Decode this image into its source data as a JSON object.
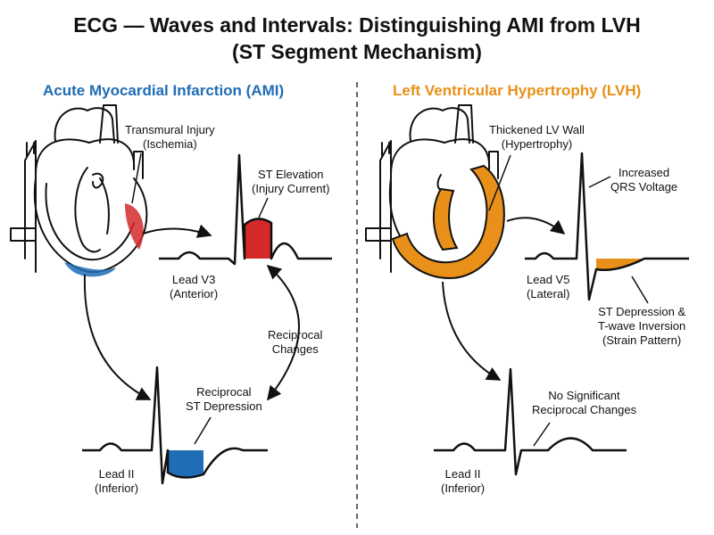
{
  "title": {
    "line1": "ECG — Waves and Intervals: Distinguishing AMI from LVH",
    "line2": "(ST Segment Mechanism)"
  },
  "colors": {
    "ami": "#1f6db5",
    "lvh": "#e8901a",
    "injury_red": "#d42a2a",
    "depression_blue": "#1f6db5",
    "ink": "#111111"
  },
  "ami": {
    "heading": "Acute Myocardial Infarction (AMI)",
    "injury_label": [
      "Transmural Injury",
      "(Ischemia)"
    ],
    "st_elevation_label": [
      "ST Elevation",
      "(Injury Current)"
    ],
    "lead_v3_label": [
      "Lead V3",
      "(Anterior)"
    ],
    "reciprocal_changes_label": [
      "Reciprocal",
      "Changes"
    ],
    "reciprocal_st_label": [
      "Reciprocal",
      "ST Depression"
    ],
    "lead_ii_label": [
      "Lead II",
      "(Inferior)"
    ]
  },
  "lvh": {
    "heading": "Left Ventricular Hypertrophy (LVH)",
    "wall_label": [
      "Thickened LV Wall",
      "(Hypertrophy)"
    ],
    "qrs_label": [
      "Increased",
      "QRS Voltage"
    ],
    "lead_v5_label": [
      "Lead V5",
      "(Lateral)"
    ],
    "strain_label": [
      "ST Depression &",
      "T-wave Inversion",
      "(Strain Pattern)"
    ],
    "no_reciprocal_label": [
      "No Significant",
      "Reciprocal Changes"
    ],
    "lead_ii_label": [
      "Lead II",
      "(Inferior)"
    ]
  }
}
